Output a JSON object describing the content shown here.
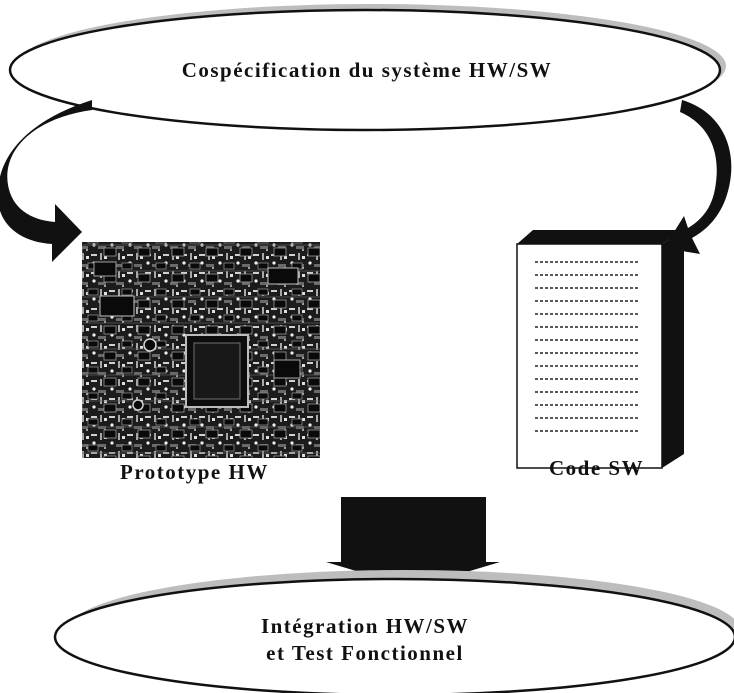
{
  "diagram": {
    "top_process": "Cospécification du système HW/SW",
    "hw_output": "Prototype HW",
    "sw_output": "Code SW",
    "bottom_process_line1": "Intégration HW/SW",
    "bottom_process_line2": "et Test Fonctionnel"
  },
  "colors": {
    "ink": "#111111",
    "shadow": "#b5b5b5",
    "board": "#1c1c1c"
  }
}
